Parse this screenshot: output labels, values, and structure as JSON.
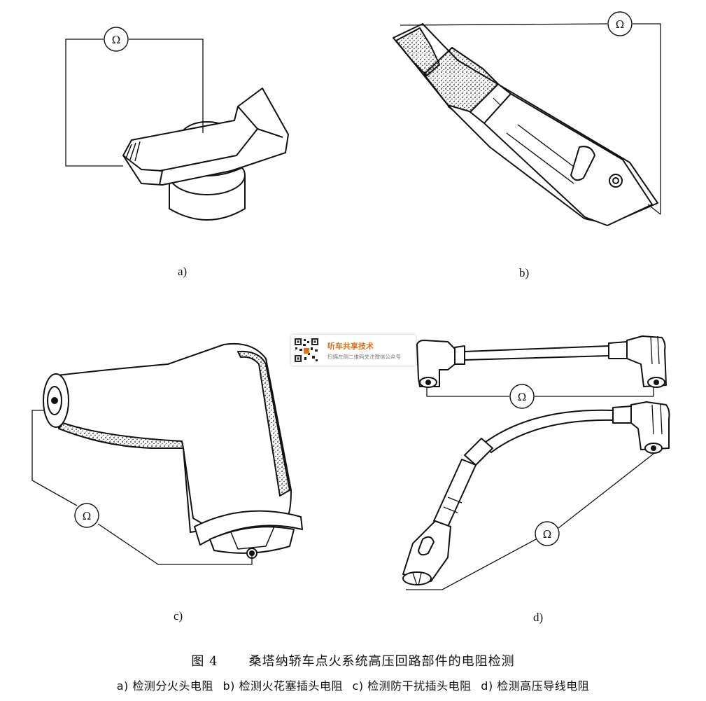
{
  "ohm_symbol": "Ω",
  "panels": {
    "a": "a)",
    "b": "b)",
    "c": "c)",
    "d": "d)"
  },
  "caption": {
    "figure_number": "图 4",
    "title": "桑塔纳轿车点火系统高压回路部件的电阻检测",
    "sub_a": "a) 检测分火头电阻",
    "sub_b": "b) 检测火花塞插头电阻",
    "sub_c": "c) 检测防干扰插头电阻",
    "sub_d": "d) 检测高压导线电阻"
  },
  "watermark": {
    "title": "听车共享技术",
    "subtitle": "扫描左侧二维码关注微信公众号"
  }
}
